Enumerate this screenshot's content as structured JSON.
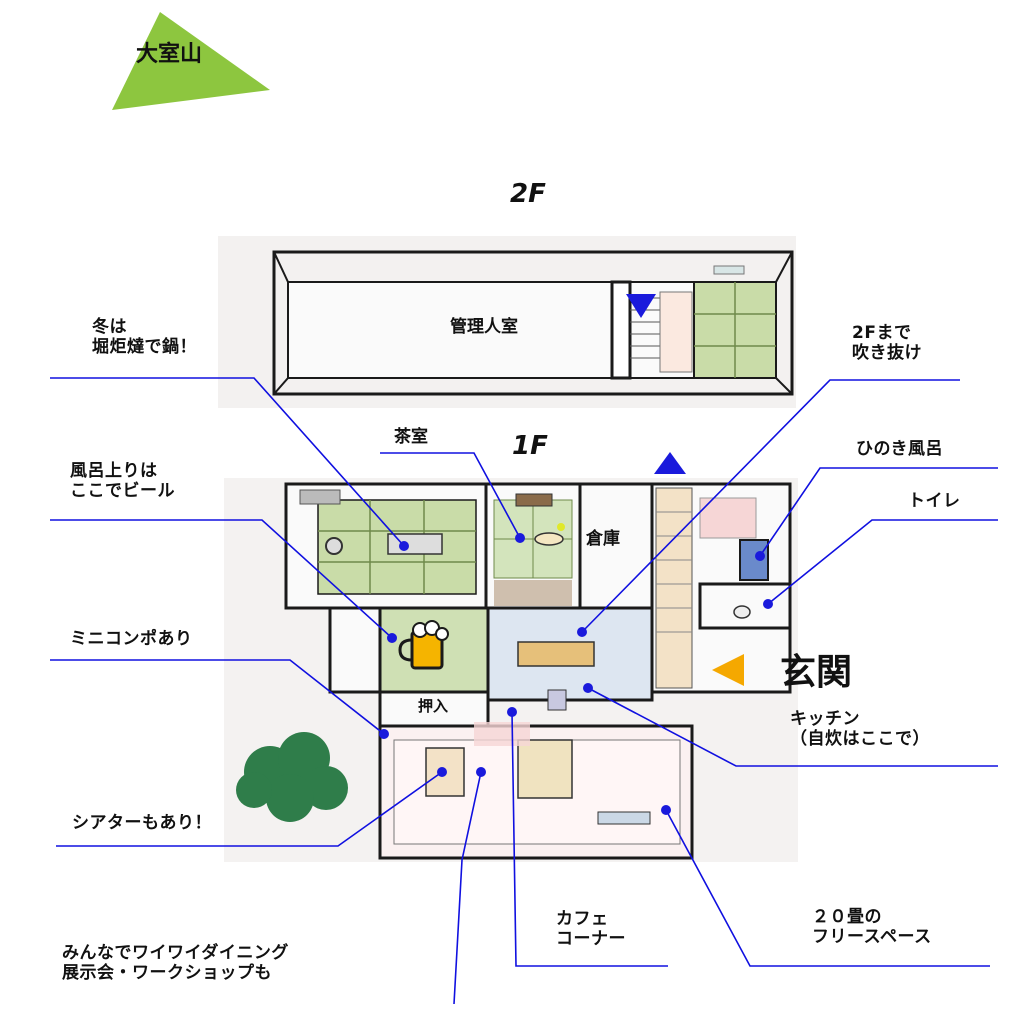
{
  "mountain": {
    "name": "大室山",
    "color": "#8dc63f"
  },
  "floors": {
    "upper": "2F",
    "lower": "1F"
  },
  "rooms": {
    "manager": "管理人室",
    "tea_room": "茶室",
    "storage": "倉庫",
    "closet": "押入",
    "entrance": "玄関"
  },
  "annotations": {
    "winter_line1": "冬は",
    "winter_line2": "堀炬燵で鍋！",
    "bath_line1": "風呂上りは",
    "bath_line2": "ここでビール",
    "mini_compo": "ミニコンポあり",
    "theater": "シアターもあり！",
    "dining_line1": "みんなでワイワイダイニング",
    "dining_line2": "展示会・ワークショップも",
    "cafe_line1": "カフェ",
    "cafe_line2": "コーナー",
    "free_line1": "２０畳の",
    "free_line2": "フリースペース",
    "kitchen_line1": "キッチン",
    "kitchen_line2": "（自炊はここで）",
    "toilet": "トイレ",
    "hinoki_bath": "ひのき風呂",
    "atrium_line1": "2Fまで",
    "atrium_line2": "吹き抜け"
  },
  "colors": {
    "line": "#1010e0",
    "marker": "#1a1adc",
    "tatami": "#c9dca8",
    "wall": "#1a1a1a",
    "entrance_arrow": "#f5a800",
    "stair_arrow": "#1a1adc",
    "tree": "#2f7d4a"
  }
}
